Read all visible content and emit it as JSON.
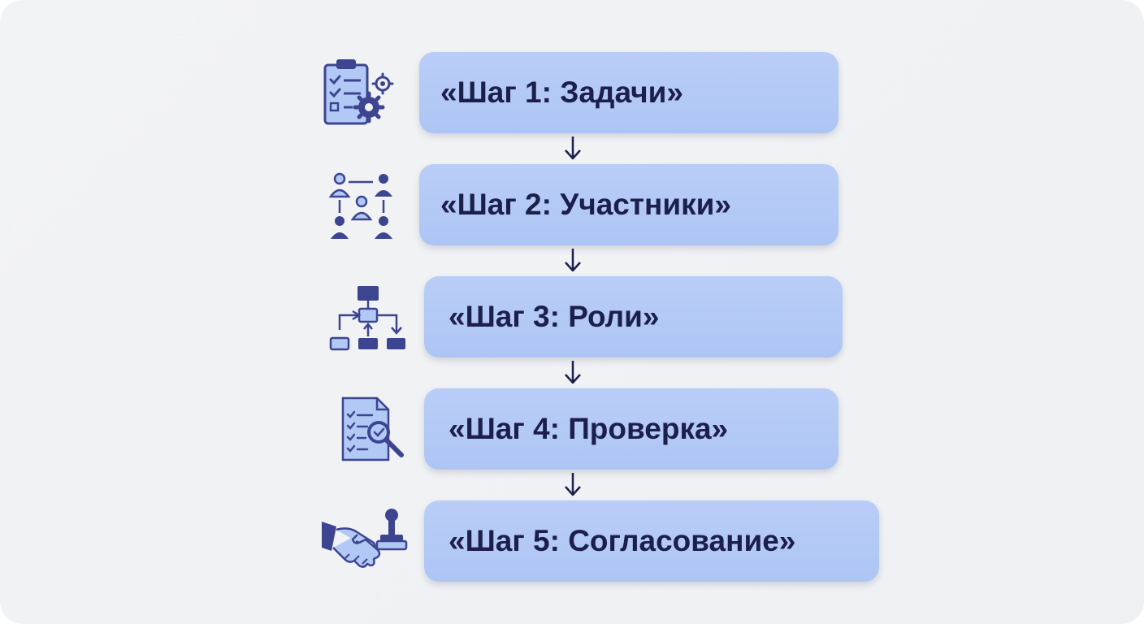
{
  "colors": {
    "background": "#eef0f3",
    "box_fill": "#b3c9f5",
    "text": "#1c1f4a",
    "icon_dark": "#3d4591",
    "icon_light": "#b3c9f5",
    "arrow": "#1c1f4a"
  },
  "steps": [
    {
      "label": "«Шаг 1: Задачи»",
      "icon": "clipboard-gear-icon"
    },
    {
      "label": "«Шаг 2: Участники»",
      "icon": "people-network-icon"
    },
    {
      "label": "«Шаг 3: Роли»",
      "icon": "org-chart-icon"
    },
    {
      "label": "«Шаг 4: Проверка»",
      "icon": "document-check-magnifier-icon"
    },
    {
      "label": "«Шаг 5: Согласование»",
      "icon": "handshake-stamp-icon"
    }
  ],
  "connectors": [
    {
      "from": 1,
      "to": 2,
      "icon": "arrow-down-icon"
    },
    {
      "from": 2,
      "to": 3,
      "icon": "arrow-down-icon"
    },
    {
      "from": 3,
      "to": 4,
      "icon": "arrow-down-icon"
    },
    {
      "from": 4,
      "to": 5,
      "icon": "arrow-down-icon"
    }
  ]
}
